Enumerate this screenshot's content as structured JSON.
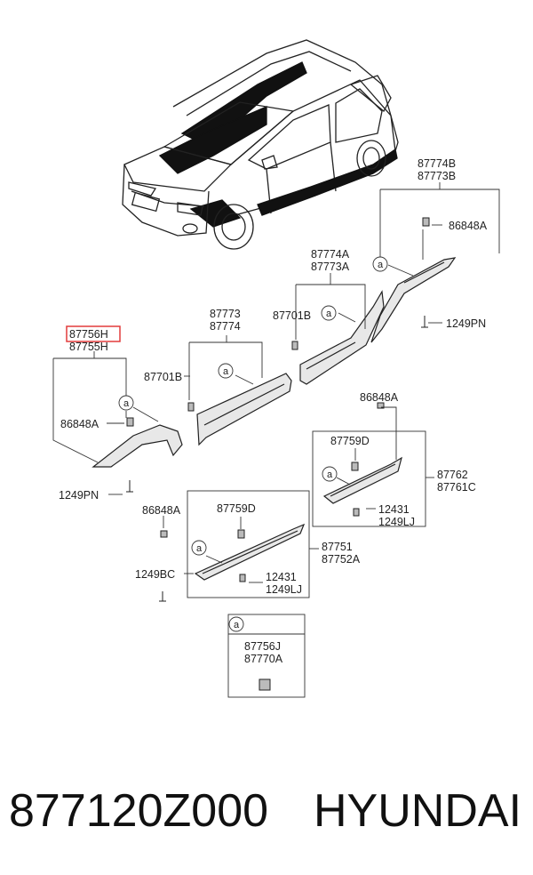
{
  "diagram": {
    "labels": {
      "l_87774b": "87774B",
      "l_87773b": "87773B",
      "l_86848a_top": "86848A",
      "l_87774a": "87774A",
      "l_87773a": "87773A",
      "l_87701b_top": "87701B",
      "l_1249pn_top": "1249PN",
      "l_87773": "87773",
      "l_87774": "87774",
      "l_87756h": "87756H",
      "l_87755h": "87755H",
      "l_87701b_mid": "87701B",
      "l_86848a_right": "86848A",
      "l_86848a_left": "86848A",
      "l_87759d_right": "87759D",
      "l_87762": "87762",
      "l_87761c": "87761C",
      "l_12431_right": "12431",
      "l_1249lj_right": "1249LJ",
      "l_1249pn_left": "1249PN",
      "l_86848a_bottom": "86848A",
      "l_87759d_bottom": "87759D",
      "l_87751": "87751",
      "l_87752a": "87752A",
      "l_1249bc": "1249BC",
      "l_12431_bottom": "12431",
      "l_1249lj_bottom": "1249LJ",
      "l_87756j": "87756J",
      "l_87770a": "87770A"
    },
    "callout": "a",
    "highlight_color": "#e23c3c"
  },
  "footer": {
    "part_number": "877120Z000",
    "brand": "HYUNDAI"
  }
}
